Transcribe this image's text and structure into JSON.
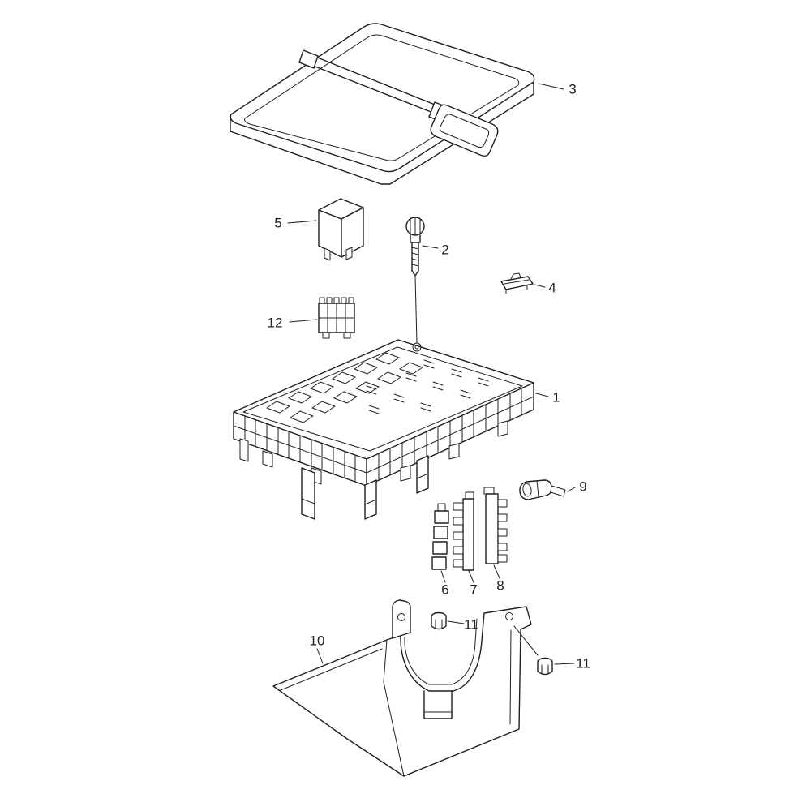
{
  "diagram": {
    "background_color": "#ffffff",
    "line_color": "#1f1f1f",
    "callouts": [
      {
        "label": "3",
        "part": "cover"
      },
      {
        "label": "5",
        "part": "relay"
      },
      {
        "label": "2",
        "part": "retaining-pin"
      },
      {
        "label": "4",
        "part": "blade-fuse"
      },
      {
        "label": "12",
        "part": "connector-block"
      },
      {
        "label": "1",
        "part": "fuse-box"
      },
      {
        "label": "9",
        "part": "clip"
      },
      {
        "label": "6",
        "part": "terminal-housing"
      },
      {
        "label": "7",
        "part": "terminal-housing"
      },
      {
        "label": "8",
        "part": "terminal-housing"
      },
      {
        "label": "10",
        "part": "mounting-bracket"
      },
      {
        "label": "11",
        "part": "nut"
      },
      {
        "label": "11",
        "part": "nut"
      }
    ]
  }
}
